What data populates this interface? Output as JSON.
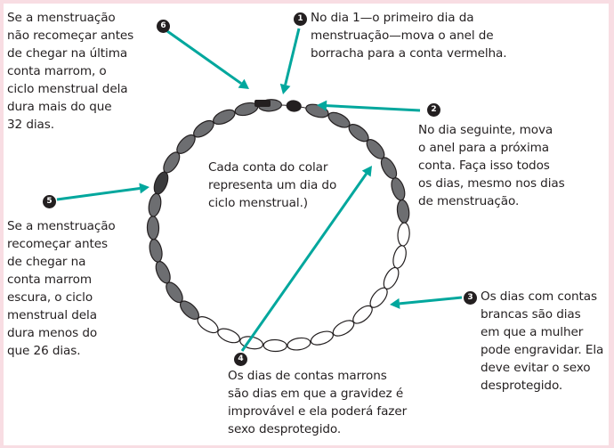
{
  "necklace": {
    "brown_color": "#6d6e71",
    "dark_brown_color": "#3a3a3c",
    "red_color": "#231f20",
    "white_color": "#ffffff",
    "outline_color": "#231f20"
  },
  "arrow_color": "#00a79d",
  "center_text": "Cada conta do colar\nrepresenta um dia do\nciclo menstrual.)",
  "steps": [
    {
      "number": "1",
      "text": "No dia 1—o primeiro dia da\nmenstruação—mova o anel de\nborracha para a conta vermelha."
    },
    {
      "number": "2",
      "text": "No dia seguinte, mova\no anel para a próxima\nconta. Faça isso todos\nos dias, mesmo nos dias\nde menstruação."
    },
    {
      "number": "3",
      "text": "Os dias com contas\nbrancas são dias\nem que a mulher\npode engravidar. Ela\ndeve evitar o sexo\ndesprotegido."
    },
    {
      "number": "4",
      "text": "Os dias de contas marrons\nsão dias em que a gravidez é\nimprovável e ela poderá fazer\nsexo desprotegido."
    },
    {
      "number": "5",
      "text": "Se a menstruação\nrecomeçar antes\nde chegar na\nconta marrom\nescura, o ciclo\nmenstrual dela\ndura menos do\nque 26 dias."
    },
    {
      "number": "6",
      "text": "Se a menstruação\nnão recomeçar antes\nde chegar na última\nconta marrom, o\nciclo menstrual dela\ndura mais do que\n32 dias."
    }
  ]
}
